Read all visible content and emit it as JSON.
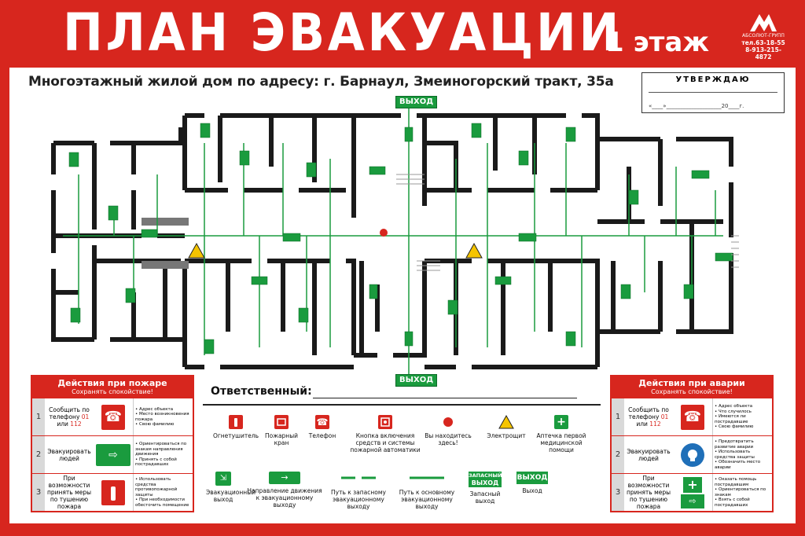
{
  "header": {
    "title": "ПЛАН ЭВАКУАЦИИ",
    "floor": "1 этаж",
    "logo_name": "АБСОЛЮТ-ГРУПП",
    "logo_phone1": "тел.63-18-55",
    "logo_phone2": "8-913-215-4872"
  },
  "address": "Многоэтажный жилой дом по адресу:  г. Барнаул, Змеиногорский тракт, 35а",
  "approve": {
    "heading": "УТВЕРЖДАЮ",
    "date_line": "«____»____________________20____г."
  },
  "plan": {
    "exit_top": "ВЫХОД",
    "exit_bottom": "ВЫХОД"
  },
  "responsible": "Ответственный:",
  "legend": [
    {
      "icon": "fire-extinguisher-icon",
      "label": "Огнетушитель"
    },
    {
      "icon": "fire-hydrant-icon",
      "label": "Пожарный кран"
    },
    {
      "icon": "phone-icon",
      "label": "Телефон"
    },
    {
      "icon": "alarm-button-icon",
      "label": "Кнопка включения средств и системы пожарной автоматики"
    },
    {
      "icon": "you-are-here-icon",
      "label": "Вы находитесь здесь!"
    },
    {
      "icon": "electric-panel-icon",
      "label": "Электрощит"
    },
    {
      "icon": "first-aid-icon",
      "label": "Аптечка первой медицинской помощи"
    },
    {
      "icon": "evac-exit-icon",
      "label": "Эвакуационный выход"
    },
    {
      "icon": "direction-arrow-icon",
      "label": "Направление движения к эвакуационному выходу"
    },
    {
      "icon": "dashed-route-icon",
      "label": "Путь к запасному эвакуационному выходу"
    },
    {
      "icon": "solid-route-icon",
      "label": "Путь к основному эвакуационному выходу"
    },
    {
      "icon": "spare-exit-sign-icon",
      "label": "Запасный выход",
      "sign_line1": "ЗАПАСНЫЙ",
      "sign_line2": "ВЫХОД"
    },
    {
      "icon": "exit-sign-icon",
      "label": "Выход",
      "sign": "ВЫХОД"
    }
  ],
  "fire_box": {
    "title": "Действия при пожаре",
    "subtitle": "Сохранять спокойствие!",
    "rows": [
      {
        "num": "1",
        "text_pre": "Сообщить по телефону ",
        "text_red": "01",
        "text_mid": " или ",
        "text_red2": "112",
        "points": [
          "Адрес объекта",
          "Место возникновения пожара",
          "Свою фамилию"
        ]
      },
      {
        "num": "2",
        "text": "Эвакуировать людей",
        "points": [
          "Ориентироваться по знакам направления движения",
          "Принять с собой пострадавших"
        ]
      },
      {
        "num": "3",
        "text": "При возможности принять меры по тушению пожара",
        "points": [
          "Использовать средства противопожарной защиты",
          "При необходимости обесточить помещение"
        ]
      }
    ]
  },
  "accident_box": {
    "title": "Действия при аварии",
    "subtitle": "Сохранять спокойствие!",
    "rows": [
      {
        "num": "1",
        "text_pre": "Сообщить по телефону ",
        "text_red": "01",
        "text_mid": " или ",
        "text_red2": "112",
        "points": [
          "Адрес объекта",
          "Что случилось",
          "Имеются ли пострадавшие",
          "Свою фамилию"
        ]
      },
      {
        "num": "2",
        "text": "Эвакуировать людей",
        "points": [
          "Предотвратить развитие аварии",
          "Использовать средства защиты",
          "Обозначить место аварии"
        ]
      },
      {
        "num": "3",
        "text": "При возможности принять меры по тушению пожара",
        "points": [
          "Оказать помощь пострадавшим",
          "Ориентироваться по знакам",
          "Взять с собой пострадавших"
        ]
      }
    ]
  },
  "colors": {
    "red": "#d7261e",
    "green": "#1a9b3e",
    "wall": "#1a1a1a"
  }
}
